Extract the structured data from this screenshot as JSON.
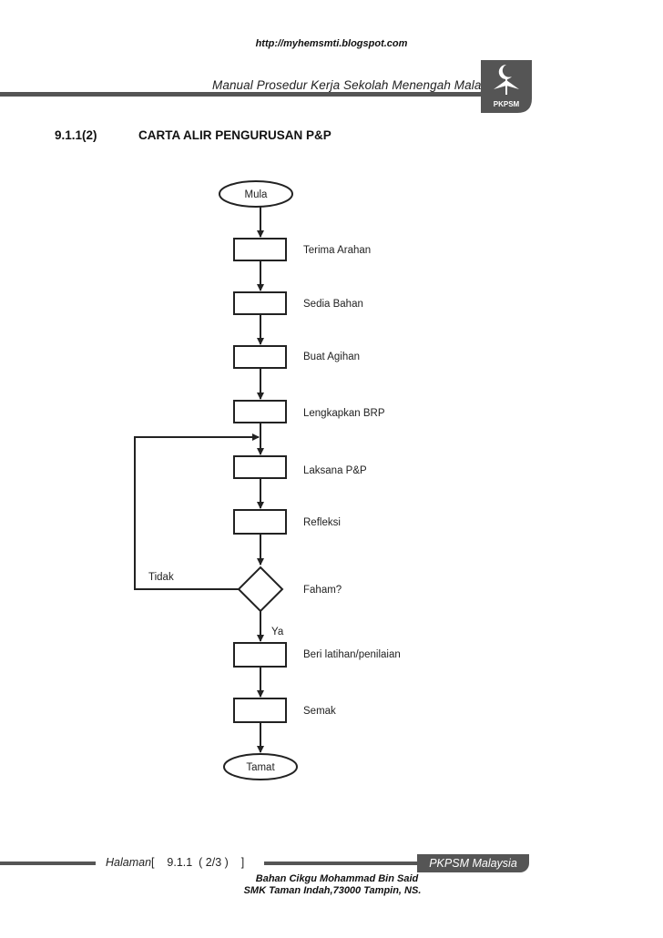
{
  "header": {
    "url": "http://myhemsmti.blogspot.com",
    "title": "Manual Prosedur Kerja Sekolah Menengah Malaysia",
    "logo_text": "PKPSM"
  },
  "section": {
    "number": "9.1.1(2)",
    "title": "CARTA ALIR PENGURUSAN P&P"
  },
  "flowchart": {
    "start": "Mula",
    "steps": [
      "Terima Arahan",
      "Sedia Bahan",
      "Buat Agihan",
      "Lengkapkan BRP",
      "Laksana P&P",
      "Refleksi"
    ],
    "decision": "Faham?",
    "no_label": "Tidak",
    "yes_label": "Ya",
    "after_steps": [
      "Beri latihan/penilaian",
      "Semak"
    ],
    "end": "Tamat"
  },
  "footer": {
    "page_label": "Halaman",
    "page_open": "[",
    "page_ref": "9.1.1  ( 2/3 )",
    "page_close": "]",
    "brand": "PKPSM Malaysia",
    "credit_line1": "Bahan Cikgu Mohammad Bin Said",
    "credit_line2": "SMK Taman Indah,73000 Tampin, NS."
  }
}
